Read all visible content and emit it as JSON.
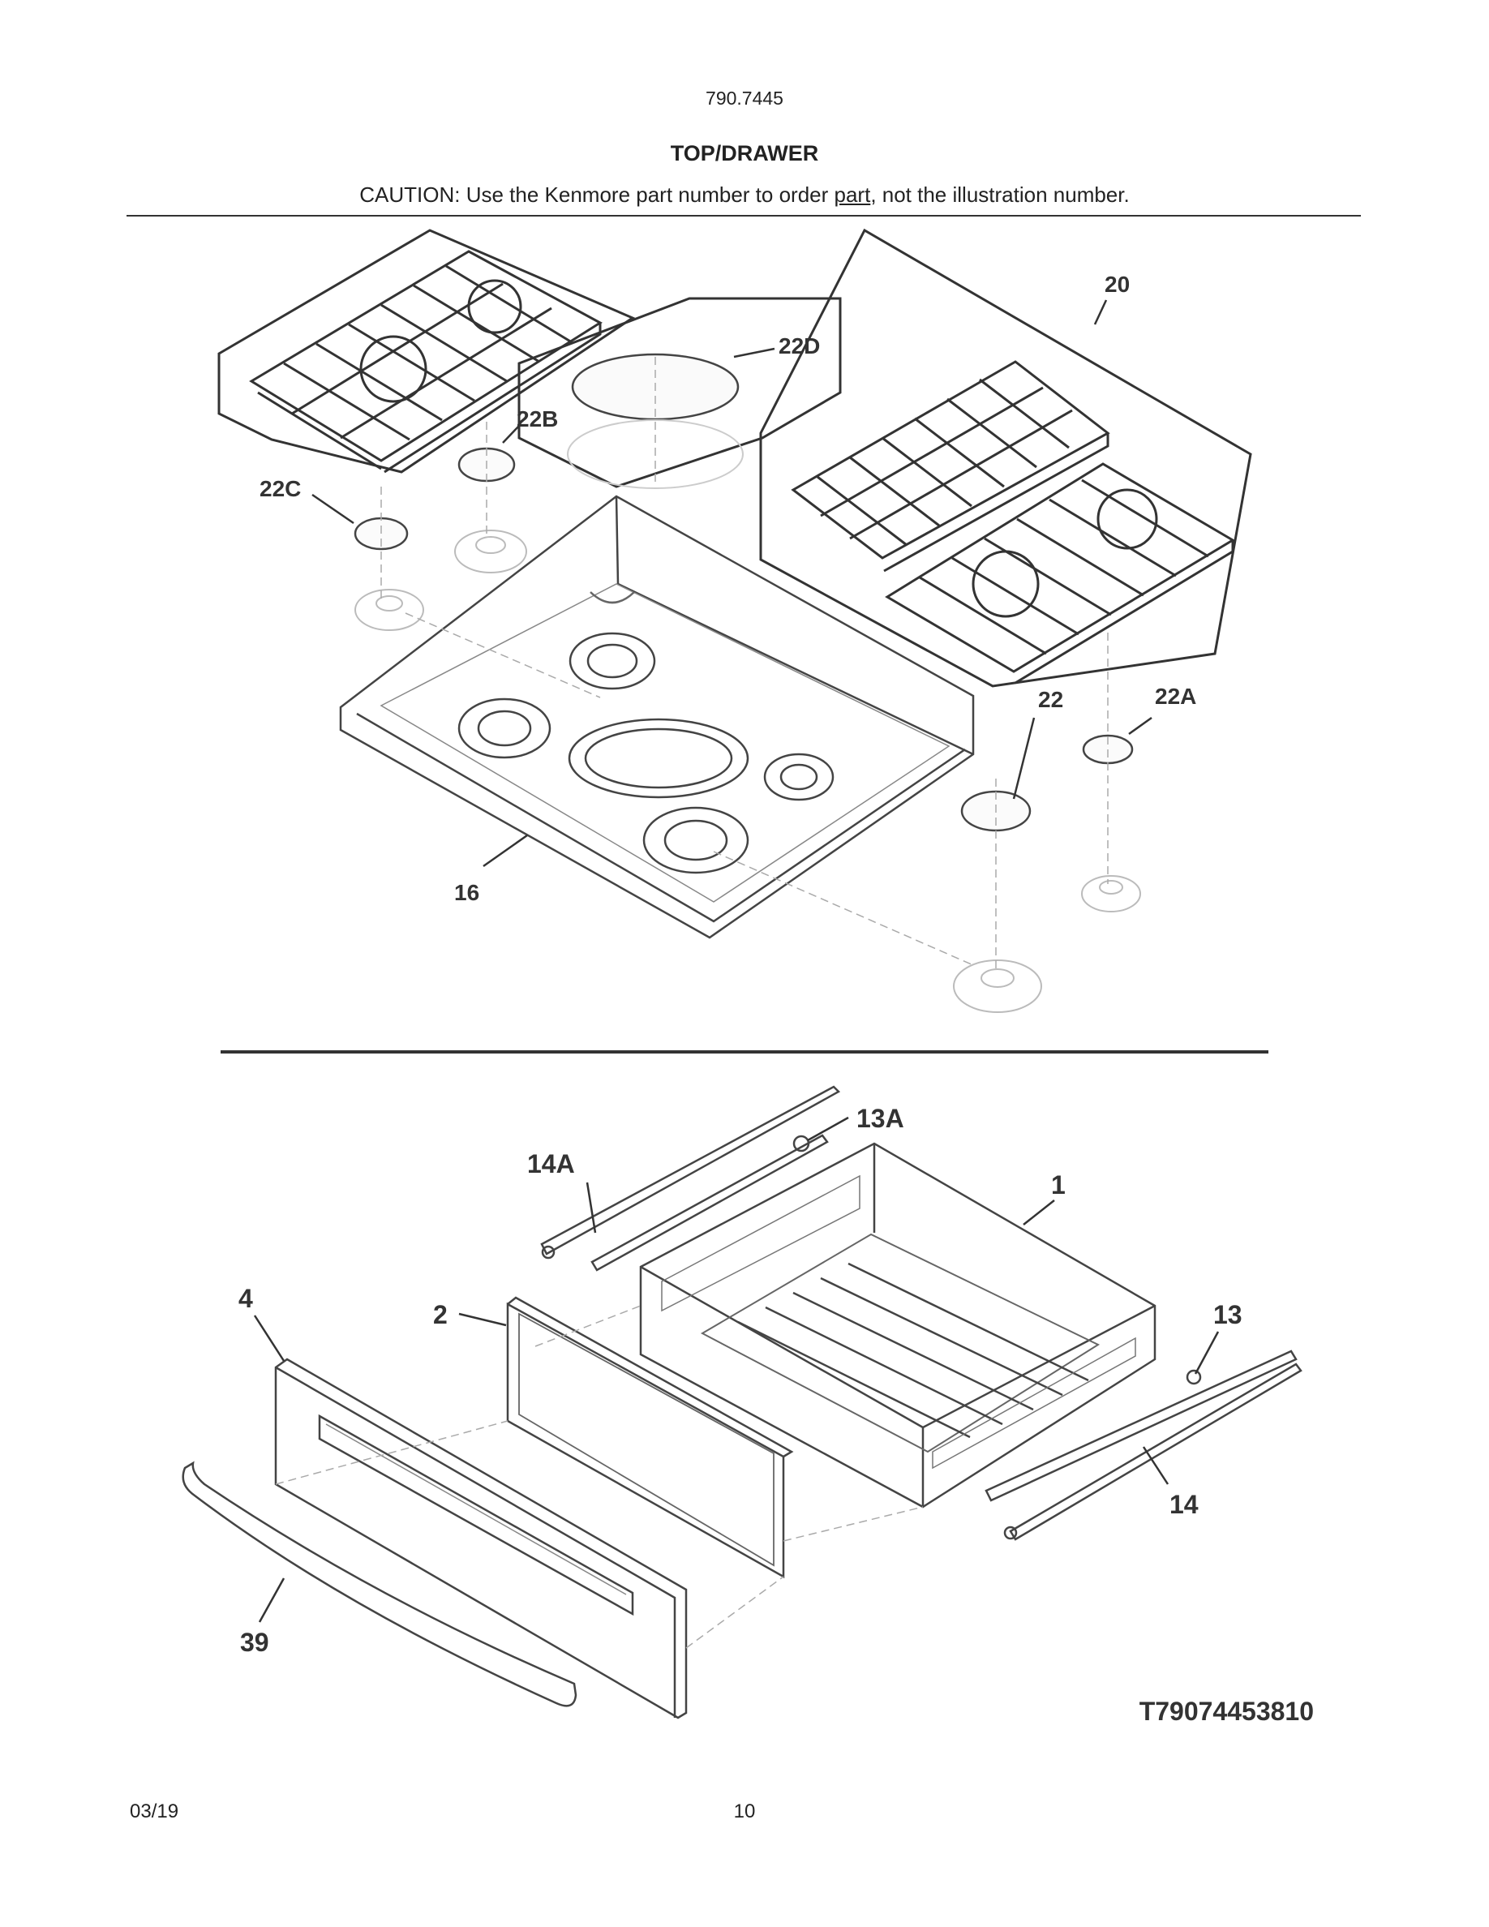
{
  "header": {
    "model_number": "790.7445",
    "section_title": "TOP/DRAWER",
    "caution_prefix": "CAUTION: Use the Kenmore part number to order ",
    "caution_underlined": "part",
    "caution_suffix": ", not the illustration number."
  },
  "callouts": {
    "c22D": "22D",
    "c22B": "22B",
    "c22C": "22C",
    "c20": "20",
    "c22": "22",
    "c22A": "22A",
    "c16": "16",
    "c13A": "13A",
    "c14A": "14A",
    "c1": "1",
    "c4": "4",
    "c2": "2",
    "c13": "13",
    "c14": "14",
    "c39": "39"
  },
  "diagram_code": "T79074453810",
  "footer": {
    "date": "03/19",
    "page": "10"
  }
}
